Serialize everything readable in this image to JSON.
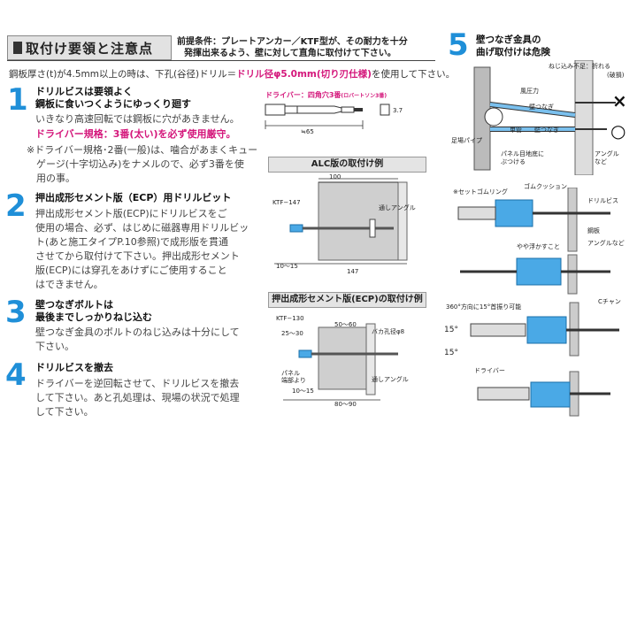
{
  "header": {
    "title": "取付け要領と注意点",
    "note_line1": "前提条件：プレートアンカー／KTF型が、その耐力を十分",
    "note_line2": "発揮出来るよう、壁に対して直角に取付けて下さい。"
  },
  "intro": {
    "prefix": "鋼板厚さ(t)が4.5mm以上の時は、下孔(谷径)ドリル＝",
    "highlight": "ドリル径φ5.0mm(切り刃仕様)",
    "suffix": "を使用して下さい。"
  },
  "steps": [
    {
      "number": "1",
      "title_line1": "ドリルビスは要領よく",
      "title_line2": "鋼板に食いつくようにゆっくり廻す",
      "body": "いきなり高速回転では鋼板に穴があきません。",
      "pink": "ドライバー規格：3番(太い)を必ず使用厳守。",
      "note_lines": [
        "※ドライバー規格･2番(一般)は、噛合があまくキュー",
        "ゲージ(十字切込み)をナメルので、必ず3番を使",
        "用の事。"
      ]
    },
    {
      "number": "2",
      "title": "押出成形セメント版（ECP）用ドリルビット",
      "body_lines": [
        "押出成形セメント版(ECP)にドリルビスをご",
        "使用の場合、必ず、はじめに磁器専用ドリルビッ",
        "ト(あと施工タイプP.10参照)で成形版を貫通",
        "させてから取付けて下さい。押出成形セメント",
        "版(ECP)には穿孔をあけずにご使用すること",
        "はできません。"
      ]
    },
    {
      "number": "3",
      "title_line1": "壁つなぎボルトは",
      "title_line2": "最後までしっかりねじ込む",
      "body_lines": [
        "壁つなぎ金具のボルトのねじ込みは十分にして",
        "下さい。"
      ]
    },
    {
      "number": "4",
      "title": "ドリルビスを撤去",
      "body_lines": [
        "ドライバーを逆回転させて、ドリルビスを撤去",
        "して下さい。あと孔処理は、現場の状況で処理",
        "して下さい。"
      ]
    }
  ],
  "driver_diagram": {
    "label": "ドライバー：四角穴3番",
    "label_small": "(ロバートソン3番)",
    "dim_length": "≒65",
    "dim_width": "3.7"
  },
  "alc_diagram": {
    "title": "ALC版の取付け例",
    "model": "KTF−147",
    "dim_top": "100",
    "dim_left": "10〜15",
    "dim_bottom": "147",
    "angle_label": "通しアングル"
  },
  "ecp_diagram": {
    "title": "押出成形セメント版(ECP)の取付け例",
    "model": "KTF−130",
    "dim_top": "50〜60",
    "dim_vertical": "25〜30",
    "hole_label": "バカ孔径φ8",
    "panel_label_line1": "パネル",
    "panel_label_line2": "端部より",
    "dim_left": "10〜15",
    "dim_bottom": "80〜90",
    "angle_label": "通しアングル"
  },
  "step5": {
    "number": "5",
    "title_line1": "壁つなぎ金具の",
    "title_line2": "曲げ取付けは危険",
    "labels": {
      "insufficient": "ねじ込み不足：折れる",
      "broken": "(破損)",
      "lateral": "風圧力",
      "bolt": "壁つなぎ",
      "single_pipe": "単管",
      "wall_tie": "壁つなぎ",
      "scaffold": "足場パイプ",
      "panel_joint_line1": "パネル目地底に",
      "panel_joint_line2": "ぶつける",
      "angle_line1": "アングル",
      "angle_line2": "など",
      "bad_mark": "×",
      "good_mark": "○"
    }
  },
  "install_diagram": {
    "set_rubber": "※セットゴムリング",
    "rubber_cushion": "ゴムクッション",
    "drill_screw": "ドリルビス",
    "steel_plate": "鋼板",
    "angle_etc": "アングルなど",
    "slightly_float": "やや浮かすこと",
    "c_channel": "Cチャン",
    "rotation": "360°方向に15°首振り可能",
    "angle_15a": "15°",
    "angle_15b": "15°",
    "driver": "ドライバー"
  },
  "colors": {
    "accent_blue": "#1f8fd8",
    "magenta": "#d4177b",
    "grey_bg": "#e2e2e2"
  }
}
